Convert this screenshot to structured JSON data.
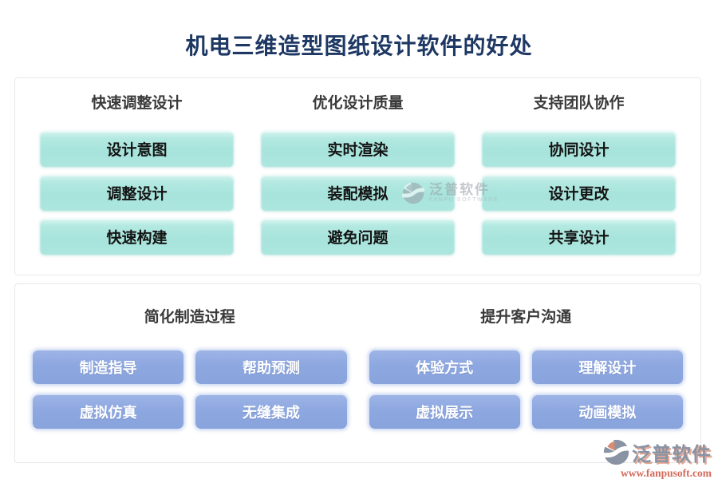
{
  "title": "机电三维造型图纸设计软件的好处",
  "sections": {
    "top": {
      "groups": [
        {
          "header": "快速调整设计",
          "items": [
            "设计意图",
            "调整设计",
            "快速构建"
          ]
        },
        {
          "header": "优化设计质量",
          "items": [
            "实时渲染",
            "装配模拟",
            "避免问题"
          ]
        },
        {
          "header": "支持团队协作",
          "items": [
            "协同设计",
            "设计更改",
            "共享设计"
          ]
        }
      ]
    },
    "bottom": {
      "groups": [
        {
          "header": "简化制造过程",
          "items": [
            "制造指导",
            "帮助预测",
            "虚拟仿真",
            "无缝集成"
          ]
        },
        {
          "header": "提升客户沟通",
          "items": [
            "体验方式",
            "理解设计",
            "虚拟展示",
            "动画模拟"
          ]
        }
      ]
    }
  },
  "watermark_center": {
    "brand": "泛普软件",
    "subtitle": "FANPU SOFTWARE"
  },
  "watermark_corner": {
    "brand": "泛普软件",
    "url": "www.fanpusoft.com"
  },
  "colors": {
    "title_text": "#1e3864",
    "header_text": "#3a3a3a",
    "teal_button_bg": "#a8e5dd",
    "blue_button_bg": "#8da7e0",
    "blue_button_text": "#ffffff",
    "watermark_gray": "#9aa1a9",
    "corner_brand": "#8a93a4",
    "corner_accent": "#d4695a"
  }
}
